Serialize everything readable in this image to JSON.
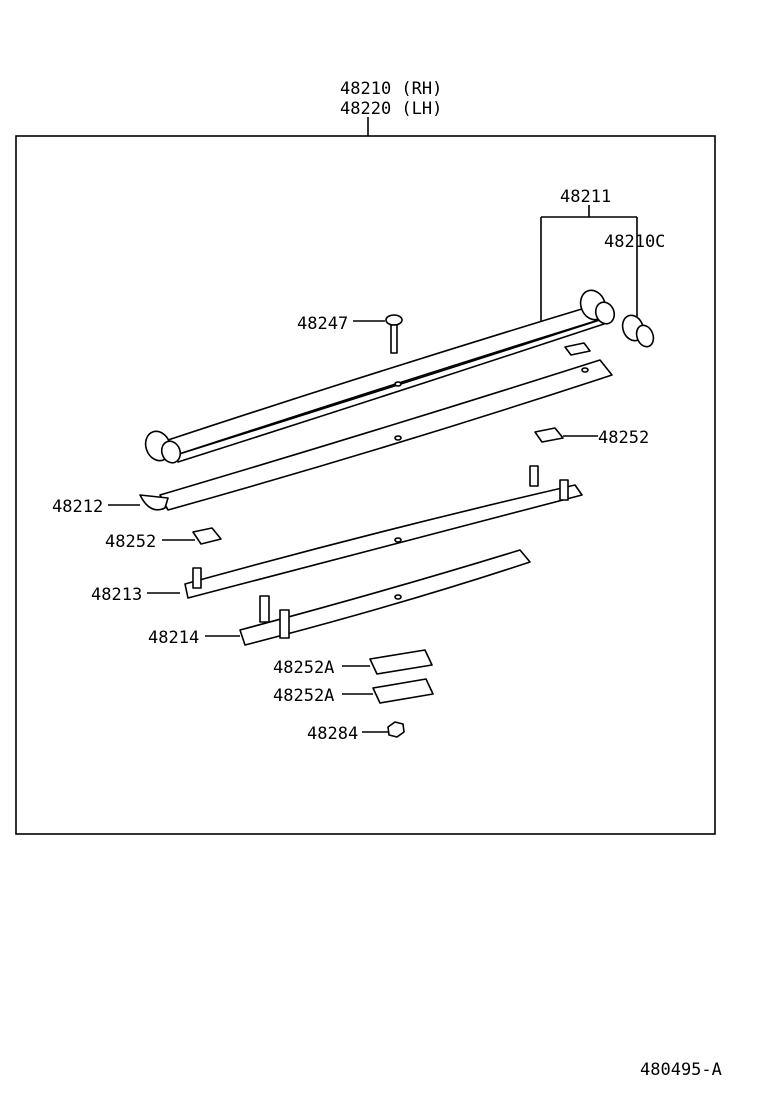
{
  "assembly": {
    "rh": "48210 (RH)",
    "lh": "48220 (LH)"
  },
  "labels": {
    "main_leaf": "48211",
    "bushing": "48210C",
    "center_bolt": "48247",
    "pad_right": "48252",
    "leaf_2": "48212",
    "pad_left": "48252",
    "leaf_3": "48213",
    "leaf_4": "48214",
    "pad_a_upper": "48252A",
    "pad_a_lower": "48252A",
    "nut": "48284"
  },
  "diagram_id": "480495-A"
}
